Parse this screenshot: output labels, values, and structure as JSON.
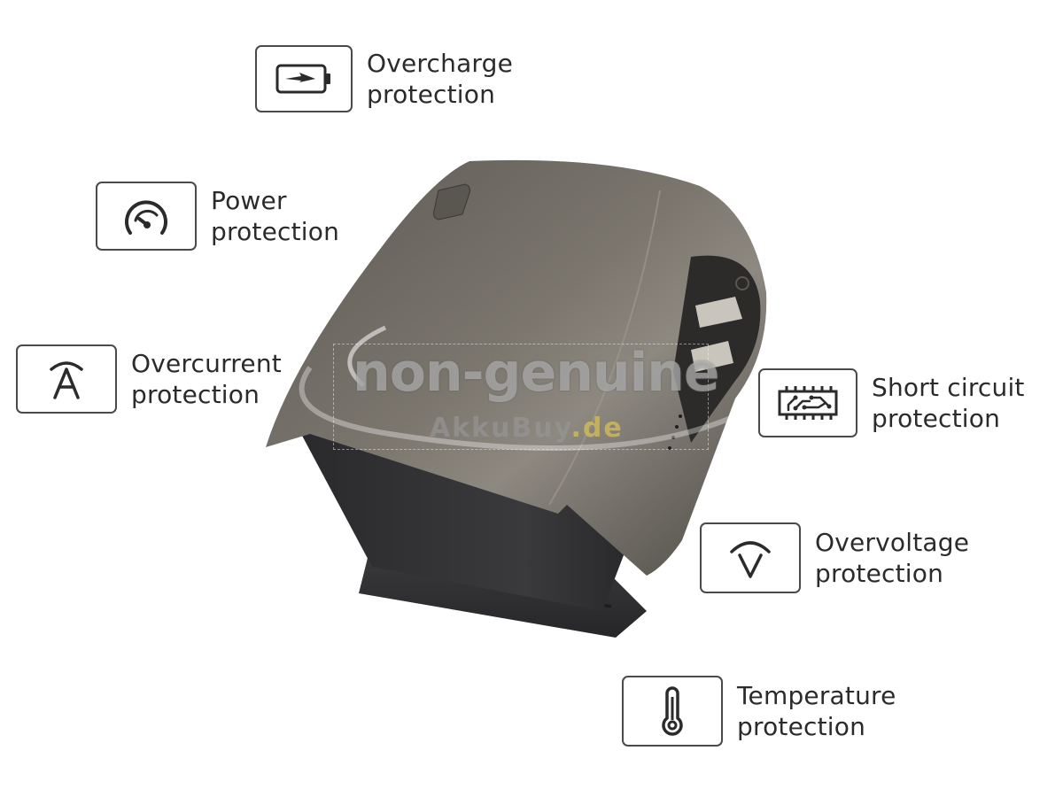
{
  "product": {
    "name": "battery-pack",
    "body_color": "#6b665f",
    "base_color": "#2f2f31"
  },
  "watermark": {
    "main": "non-genuine",
    "brand": "AkkuBuy",
    "tld": ".de"
  },
  "features": [
    {
      "id": "overcharge",
      "icon": "battery-charge-icon",
      "line1": "Overcharge",
      "line2": "protection"
    },
    {
      "id": "power",
      "icon": "gauge-icon",
      "line1": "Power",
      "line2": "protection"
    },
    {
      "id": "overcurrent",
      "icon": "ampere-icon",
      "line1": "Overcurrent",
      "line2": "protection"
    },
    {
      "id": "short-circuit",
      "icon": "circuit-chip-icon",
      "line1": "Short circuit",
      "line2": "protection"
    },
    {
      "id": "overvoltage",
      "icon": "voltage-icon",
      "line1": "Overvoltage",
      "line2": "protection"
    },
    {
      "id": "temperature",
      "icon": "thermometer-icon",
      "line1": "Temperature",
      "line2": "protection"
    }
  ],
  "colors": {
    "border": "#4a4a4a",
    "text": "#2b2b2b",
    "background": "#ffffff"
  }
}
